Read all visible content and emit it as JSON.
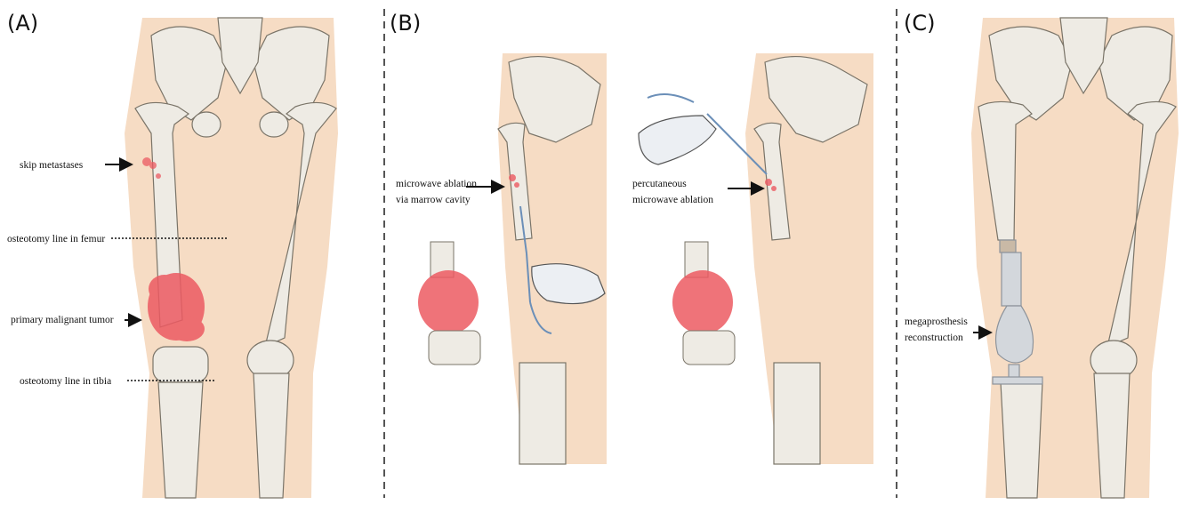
{
  "panels": [
    {
      "label": "(A)",
      "annotations": [
        "skip metastases",
        "osteotomy line in femur",
        "primary malignant tumor",
        "osteotomy line in tibia"
      ]
    },
    {
      "label": "(B)",
      "annotations": [
        "microwave ablation",
        "via marrow cavity",
        "percutaneous",
        "microwave ablation"
      ]
    },
    {
      "label": "(C)",
      "annotations": [
        "megaprosthesis",
        "reconstruction"
      ]
    }
  ],
  "colors": {
    "skin": "#f6dcc4",
    "bone": "#eeebe4",
    "bone_outline": "#7a7468",
    "tumor": "#ec5a62",
    "prosthesis": "#d3d7dc",
    "divider": "#555555"
  },
  "icons": [
    "pelvis-icon",
    "femur-icon",
    "tibia-icon",
    "hand-icon",
    "ablation-probe-icon",
    "knee-bone-icon"
  ]
}
